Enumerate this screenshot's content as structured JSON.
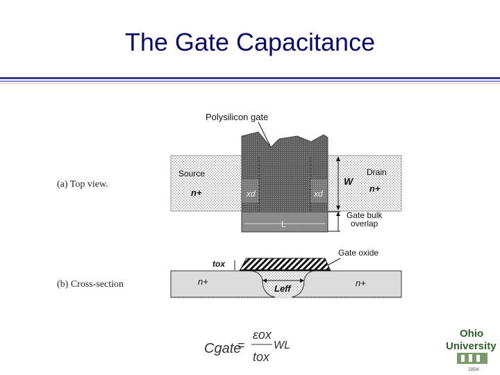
{
  "title": "The Gate Capacitance",
  "captions": {
    "top_view": "(a) Top view.",
    "cross_section": "(b) Cross-section"
  },
  "top_view": {
    "polysilicon_gate": "Polysilicon gate",
    "source": "Source",
    "source_doping": "n+",
    "drain": "Drain",
    "drain_doping": "n+",
    "width": "W",
    "xd_left": "xd",
    "xd_right": "xd",
    "length": "L",
    "overlap_line1": "Gate bulk",
    "overlap_line2": "overlap"
  },
  "cross_section": {
    "gate_oxide": "Gate oxide",
    "tox": "tox",
    "n_left": "n+",
    "n_right": "n+",
    "leff": "Leff"
  },
  "equation": {
    "lhs": "Cgate",
    "equals": "=",
    "numerator": "εox",
    "denominator": "tox",
    "factor": "WL"
  },
  "logo": {
    "line1": "Ohio",
    "line2": "University",
    "line3": "1804"
  },
  "colors": {
    "title": "#0b0b66",
    "rule": "#3a3a8c",
    "gate": "#6e6e6e",
    "diffusion": "#e4e4e4"
  }
}
